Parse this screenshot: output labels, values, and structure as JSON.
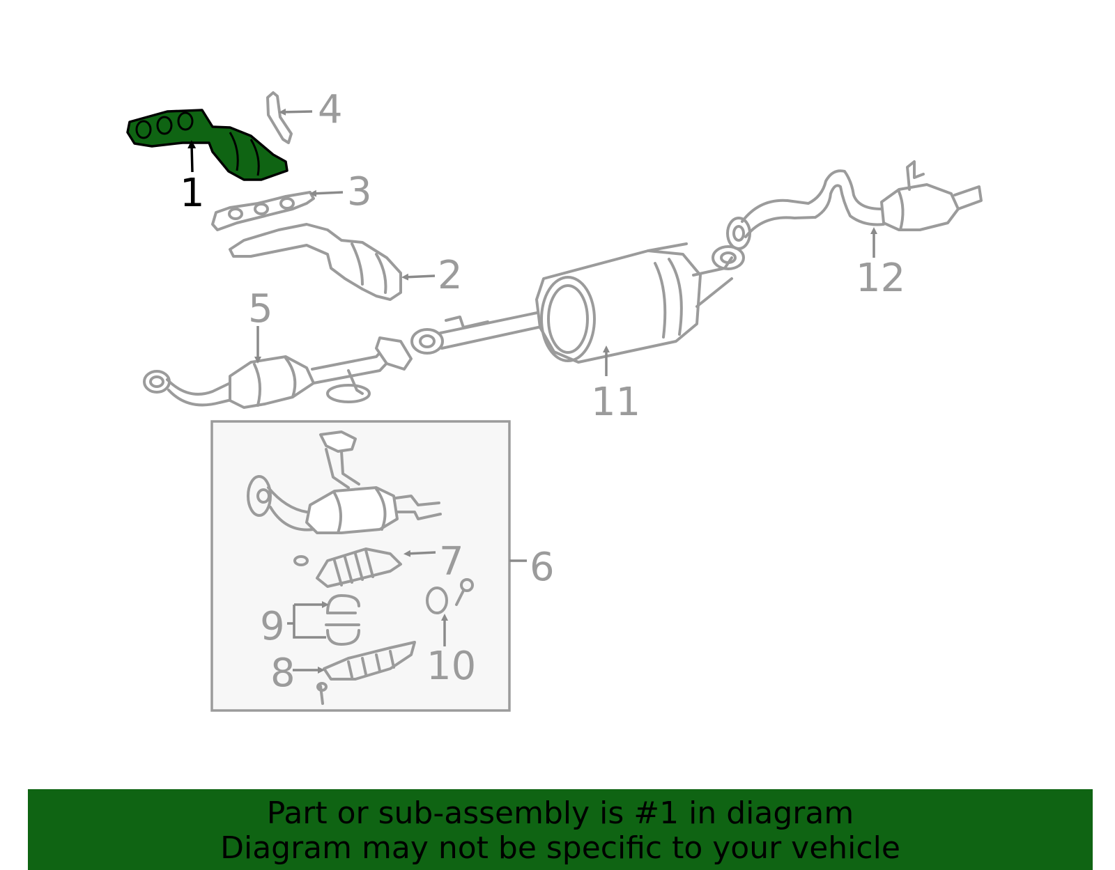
{
  "callouts": {
    "c1": "1",
    "c2": "2",
    "c3": "3",
    "c4": "4",
    "c5": "5",
    "c6": "6",
    "c7": "7",
    "c8": "8",
    "c9": "9",
    "c10": "10",
    "c11": "11",
    "c12": "12"
  },
  "highlighted_part": "1",
  "colors": {
    "highlight": "#0f6413",
    "part_stroke": "#9b9b9b",
    "inset_bg": "#f7f7f7"
  },
  "banner": {
    "line1": "Part or sub-assembly is #1 in diagram",
    "line2": "Diagram may not be specific to your vehicle"
  }
}
